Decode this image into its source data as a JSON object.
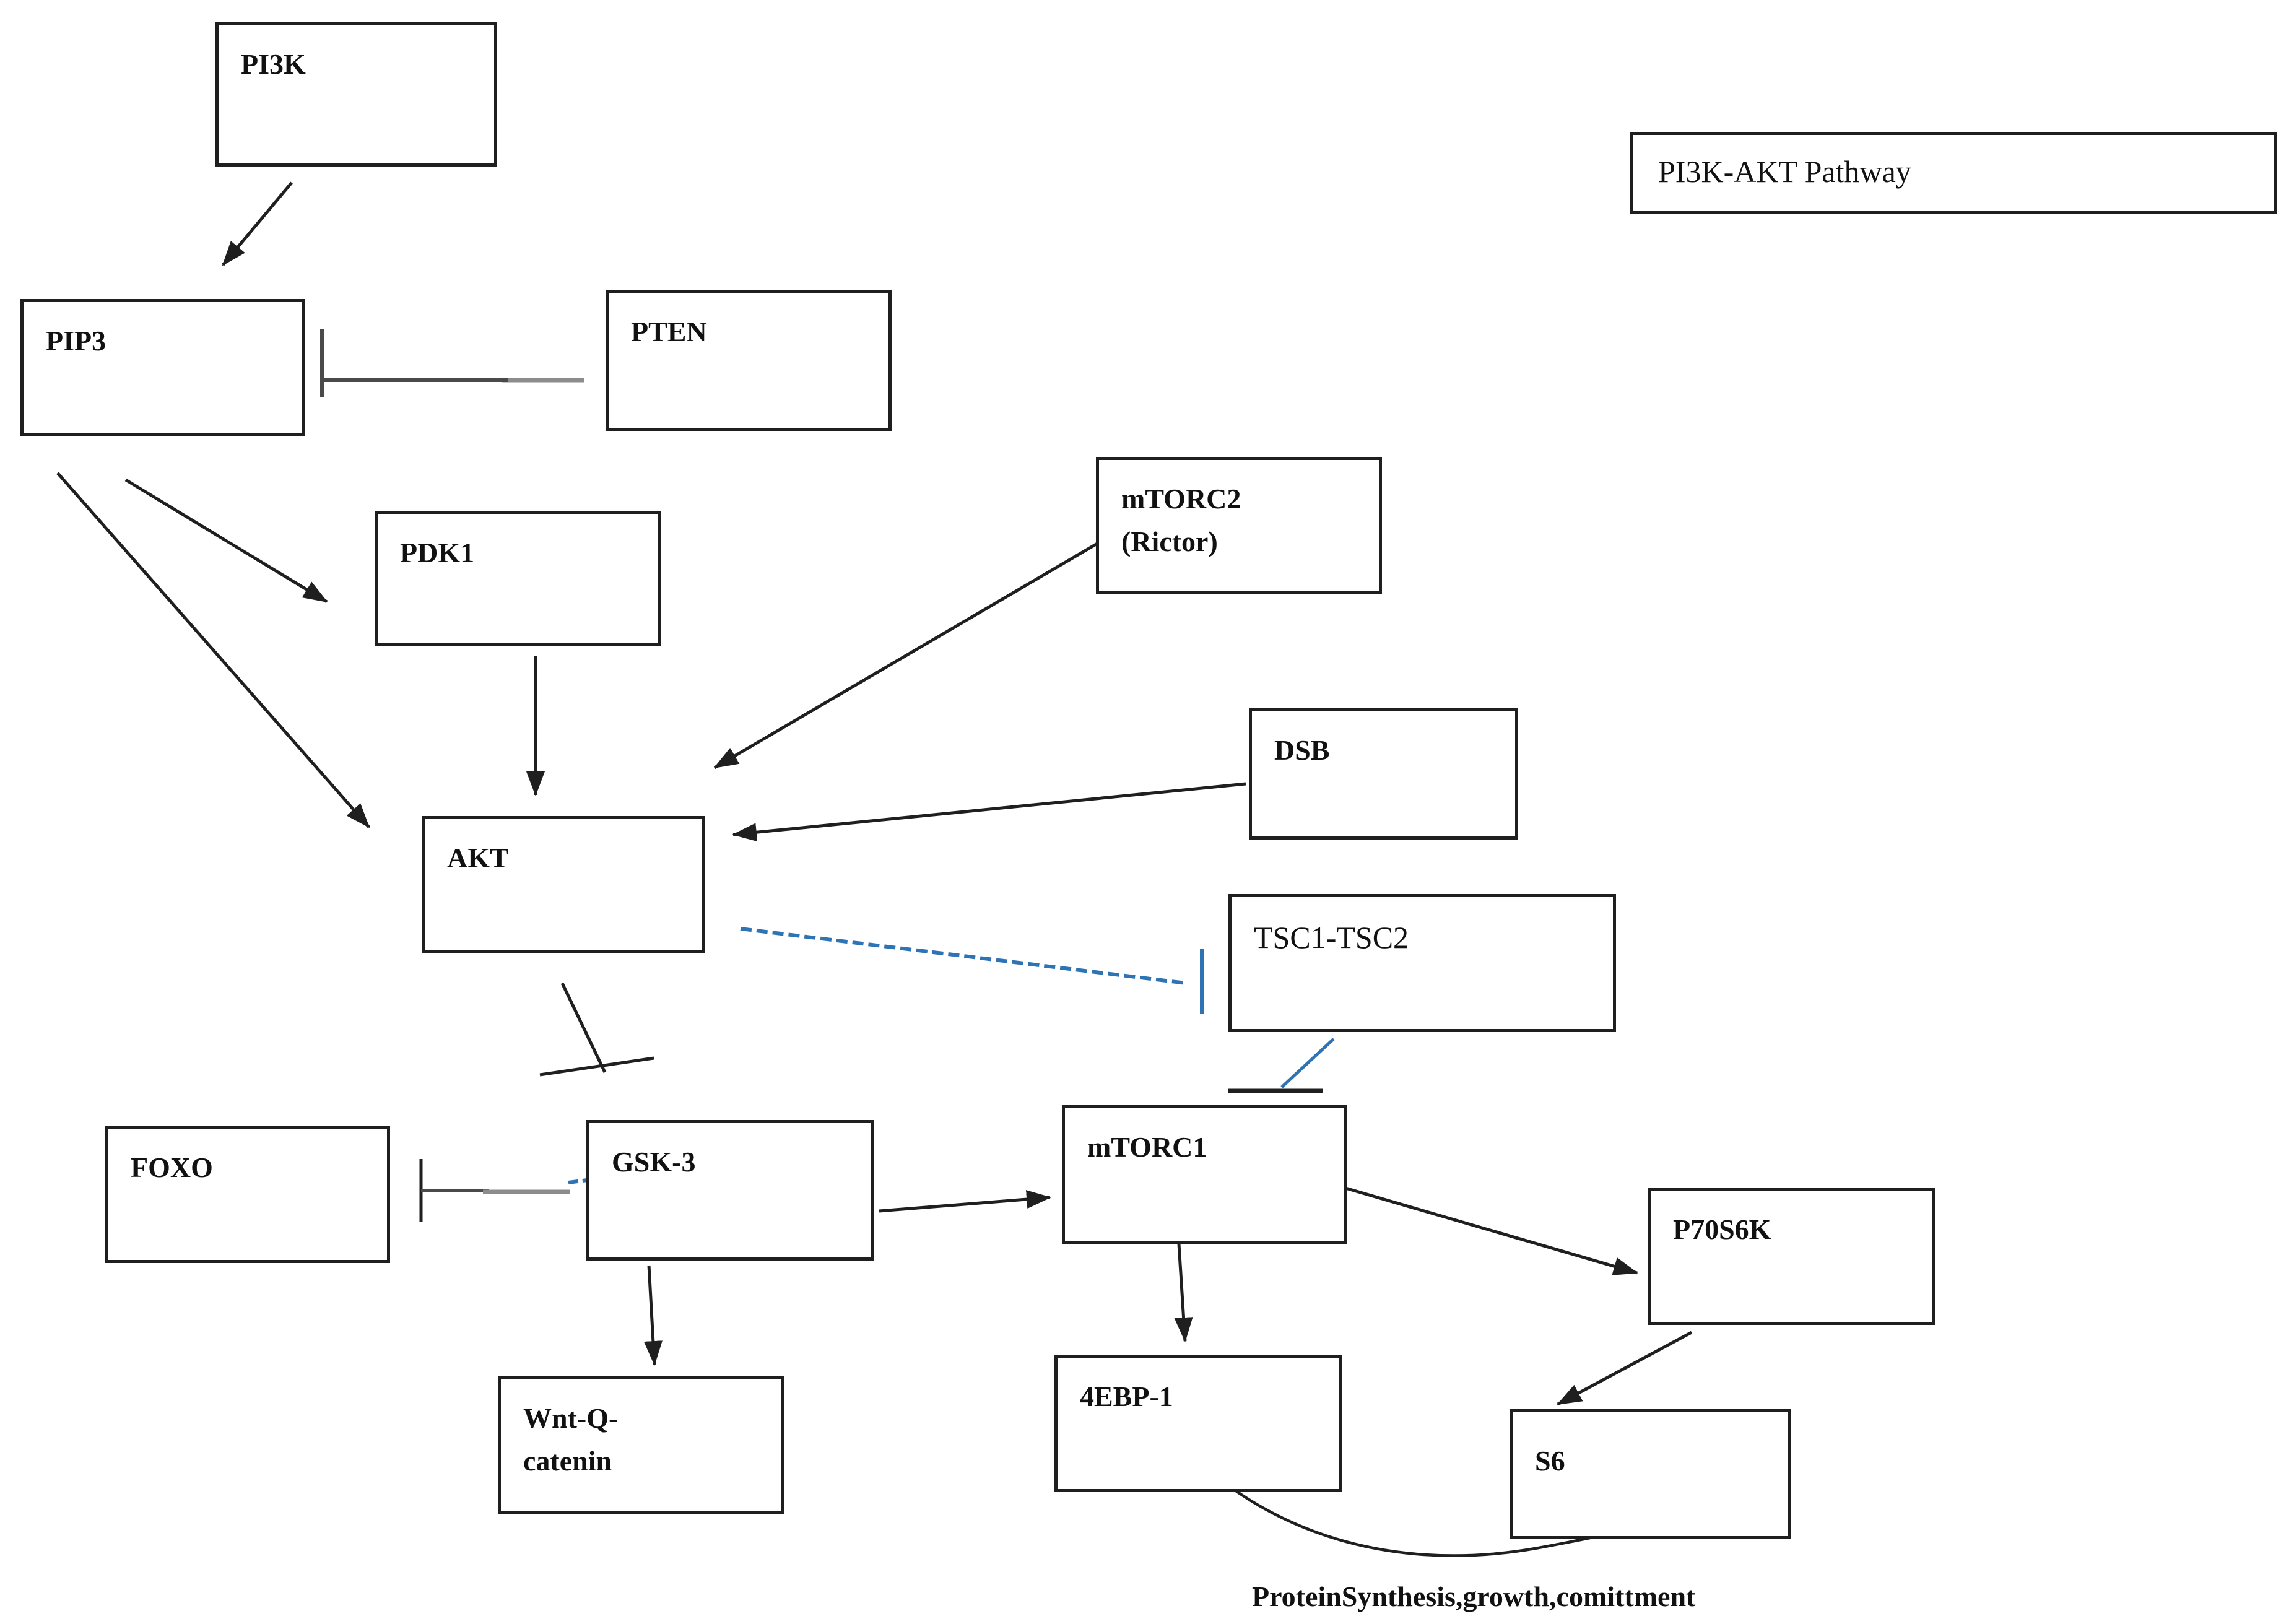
{
  "title_box": {
    "label": "PI3K-AKT Pathway"
  },
  "nodes": {
    "pi3k": {
      "label": "PI3K"
    },
    "pip3": {
      "label": "PIP3"
    },
    "pten": {
      "label": "PTEN"
    },
    "pdk1": {
      "label": "PDK1"
    },
    "mtorc2": {
      "label_line1": "mTORC2",
      "label_line2": "(Rictor)"
    },
    "dsb": {
      "label": "DSB"
    },
    "akt": {
      "label": "AKT"
    },
    "tsc": {
      "label": "TSC1-TSC2"
    },
    "foxo": {
      "label": "FOXO"
    },
    "gsk3": {
      "label": "GSK-3"
    },
    "mtorc1": {
      "label": "mTORC1"
    },
    "p70s6k": {
      "label": "P70S6K"
    },
    "ebp4": {
      "label": "4EBP-1"
    },
    "s6": {
      "label": "S6"
    },
    "wnt": {
      "label_line1": "Wnt-Q-",
      "label_line2": "catenin"
    }
  },
  "caption": {
    "text": "ProteinSynthesis,growth,comittment"
  },
  "edges": [
    {
      "from": "PI3K",
      "to": "PIP3",
      "type": "activation-arrow"
    },
    {
      "from": "PTEN",
      "to": "PIP3",
      "type": "inhibition-bar"
    },
    {
      "from": "PIP3",
      "to": "PDK1",
      "type": "activation-arrow"
    },
    {
      "from": "PIP3",
      "to": "AKT",
      "type": "activation-arrow"
    },
    {
      "from": "PDK1",
      "to": "AKT",
      "type": "activation-arrow"
    },
    {
      "from": "mTORC2 (Rictor)",
      "to": "AKT",
      "type": "activation-arrow"
    },
    {
      "from": "DSB",
      "to": "AKT",
      "type": "activation-arrow"
    },
    {
      "from": "AKT",
      "to": "TSC1-TSC2",
      "type": "inhibition-bar-blue"
    },
    {
      "from": "AKT",
      "to": "GSK-3",
      "type": "inhibition-bar"
    },
    {
      "from": "TSC1-TSC2",
      "to": "mTORC1",
      "type": "inhibition-bar-blue"
    },
    {
      "from": "GSK-3",
      "to": "FOXO",
      "type": "inhibition-bar"
    },
    {
      "from": "GSK-3",
      "to": "mTORC1",
      "type": "activation-arrow"
    },
    {
      "from": "GSK-3",
      "to": "Wnt-Q-catenin",
      "type": "activation-arrow"
    },
    {
      "from": "mTORC1",
      "to": "4EBP-1",
      "type": "activation-arrow"
    },
    {
      "from": "mTORC1",
      "to": "P70S6K",
      "type": "activation-arrow"
    },
    {
      "from": "P70S6K",
      "to": "S6",
      "type": "activation-arrow"
    },
    {
      "from": "4EBP-1",
      "to": "S6",
      "type": "curved-line"
    }
  ],
  "colors": {
    "diagram_blue": "#2E74B5",
    "line_black": "#1f1f1f",
    "line_gray_dark": "#4a4a4a",
    "line_gray_light": "#8c8c8c",
    "background": "#ffffff"
  }
}
